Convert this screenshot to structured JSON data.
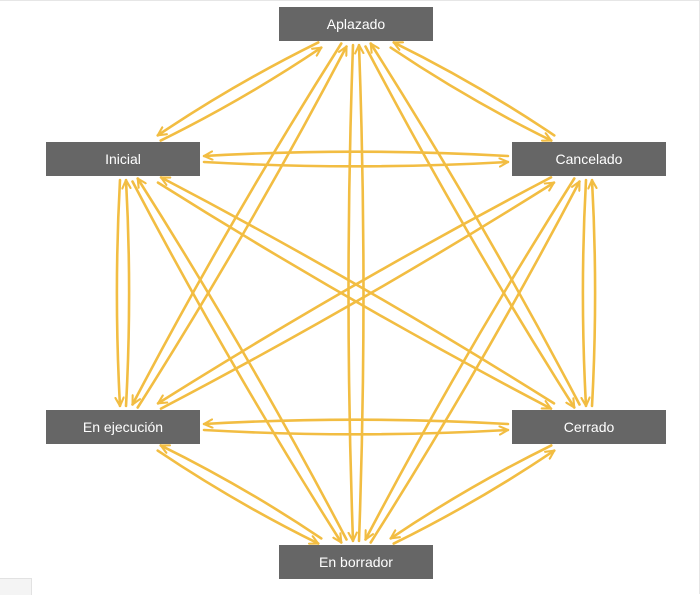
{
  "diagram": {
    "nodes": [
      {
        "id": "aplazado",
        "label": "Aplazado"
      },
      {
        "id": "inicial",
        "label": "Inicial"
      },
      {
        "id": "cancelado",
        "label": "Cancelado"
      },
      {
        "id": "ejecucion",
        "label": "En ejecución"
      },
      {
        "id": "cerrado",
        "label": "Cerrado"
      },
      {
        "id": "borrador",
        "label": "En borrador"
      }
    ],
    "transitions": "all pairs, both directions",
    "edge_color": "#f2bd42",
    "node_color": "#666666",
    "label_color": "#ffffff"
  }
}
